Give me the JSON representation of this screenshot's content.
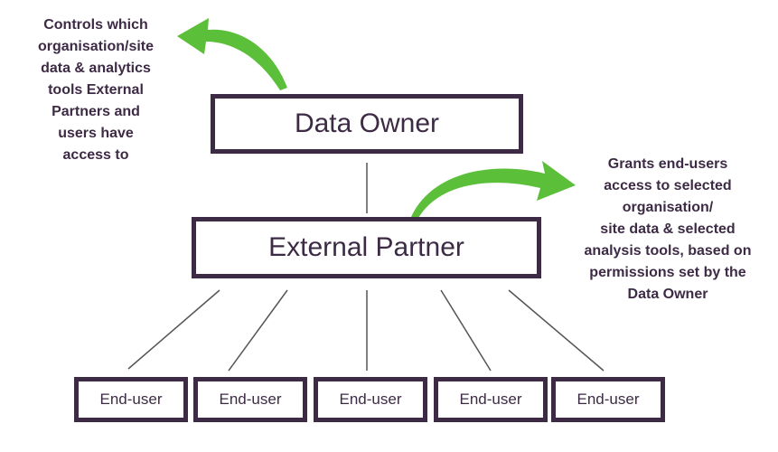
{
  "nodes": {
    "data_owner": "Data Owner",
    "external_partner": "External Partner",
    "end_users": [
      "End-user",
      "End-user",
      "End-user",
      "End-user",
      "End-user"
    ]
  },
  "annotations": {
    "owner_note": [
      "Controls which",
      "organisation/site",
      "data & analytics",
      "tools External",
      "Partners and",
      "users have",
      "access to"
    ],
    "partner_note": [
      "Grants end-users",
      "access to selected",
      "organisation/",
      "site data & selected",
      "analysis tools, based on",
      "permissions set by the",
      "Data Owner"
    ]
  },
  "colors": {
    "box_border": "#3d2b45",
    "text": "#3d2b45",
    "connector": "#555555",
    "arrow": "#5bbf3a"
  }
}
